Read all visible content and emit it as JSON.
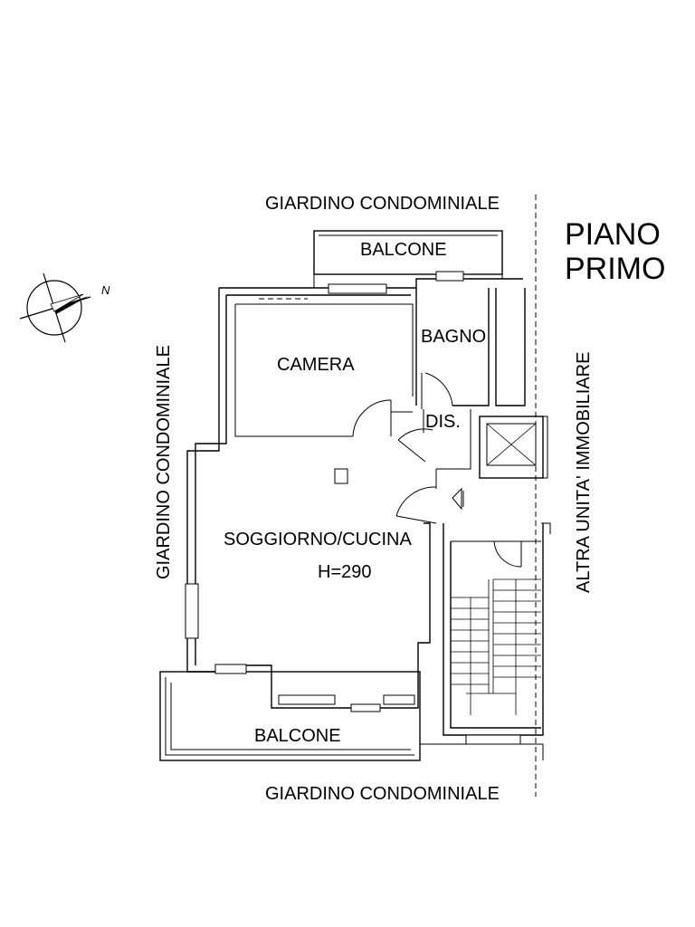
{
  "title": {
    "line1": "PIANO",
    "line2": "PRIMO"
  },
  "compass": {
    "north_label": "N",
    "icon": "compass-icon"
  },
  "surroundings": {
    "top": "GIARDINO CONDOMINIALE",
    "bottom": "GIARDINO CONDOMINIALE",
    "left": "GIARDINO CONDOMINIALE",
    "right": "ALTRA UNITA' IMMOBILIARE"
  },
  "rooms": {
    "balcone_top": "BALCONE",
    "camera": "CAMERA",
    "bagno": "BAGNO",
    "dis": "DIS.",
    "soggiorno": "SOGGIORNO/CUCINA",
    "height": "H=290",
    "balcone_bottom": "BALCONE"
  },
  "colors": {
    "ink": "#000000",
    "paper": "#ffffff"
  }
}
